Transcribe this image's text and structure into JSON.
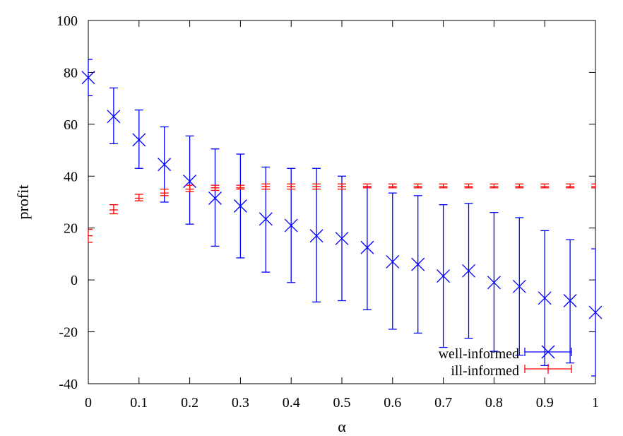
{
  "chart_data": {
    "type": "scatter",
    "title": "",
    "xlabel": "α",
    "ylabel": "profit",
    "xlim": [
      0,
      1
    ],
    "ylim": [
      -40,
      100
    ],
    "xticks": [
      "0",
      "0.1",
      "0.2",
      "0.3",
      "0.4",
      "0.5",
      "0.6",
      "0.7",
      "0.8",
      "0.9",
      "1"
    ],
    "yticks": [
      "-40",
      "-20",
      "0",
      "20",
      "40",
      "60",
      "80",
      "100"
    ],
    "grid": false,
    "legend_position": "bottom-right",
    "series": [
      {
        "name": "well-informed",
        "color": "#0000ff",
        "marker": "x",
        "x": [
          0,
          0.05,
          0.1,
          0.15,
          0.2,
          0.25,
          0.3,
          0.35,
          0.4,
          0.45,
          0.5,
          0.55,
          0.6,
          0.65,
          0.7,
          0.75,
          0.8,
          0.85,
          0.9,
          0.95,
          1
        ],
        "y": [
          78,
          63,
          54,
          44.5,
          38,
          31.5,
          28.5,
          23.5,
          21,
          17,
          16,
          12.5,
          7,
          6,
          1.5,
          3.5,
          -1,
          -2.5,
          -7,
          -8,
          -12.5
        ],
        "err_low": [
          71,
          52.5,
          43,
          30,
          21.5,
          13,
          8.5,
          3,
          -1,
          -8.5,
          -8,
          -11.5,
          -19,
          -20.5,
          -26,
          -22.5,
          -27.5,
          -29,
          -33,
          -32,
          -37
        ],
        "err_high": [
          85,
          74,
          65.5,
          59,
          55.5,
          50.5,
          48.5,
          43.5,
          43,
          43,
          40,
          36,
          33.5,
          32.5,
          29,
          29.5,
          26,
          24,
          19,
          15.5,
          12
        ]
      },
      {
        "name": "ill-informed",
        "color": "#ff0000",
        "marker": "+",
        "x": [
          0,
          0.05,
          0.1,
          0.15,
          0.2,
          0.25,
          0.3,
          0.35,
          0.4,
          0.45,
          0.5,
          0.55,
          0.6,
          0.65,
          0.7,
          0.75,
          0.8,
          0.85,
          0.9,
          0.95,
          1
        ],
        "y": [
          17,
          27,
          31.5,
          33.5,
          35,
          35.5,
          35.5,
          36,
          36,
          36,
          36,
          36,
          36,
          36,
          36,
          36,
          36,
          36,
          36,
          36,
          36
        ],
        "err_low": [
          14.5,
          25.5,
          30.5,
          32.5,
          34,
          34.5,
          35,
          35,
          35,
          35,
          35,
          35.5,
          35.5,
          35.5,
          35.5,
          35.5,
          35.5,
          35.5,
          35.5,
          35.5,
          35.5
        ],
        "err_high": [
          19.5,
          29,
          33,
          35,
          36.5,
          36.5,
          36.5,
          37,
          37,
          37,
          37,
          37,
          37,
          37,
          37,
          37,
          37,
          37,
          37,
          37,
          37
        ]
      }
    ]
  }
}
